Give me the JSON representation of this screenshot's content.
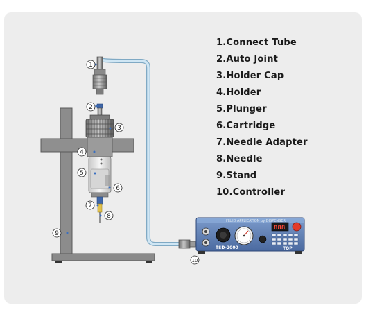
{
  "legend": [
    {
      "label": "1.Connect Tube"
    },
    {
      "label": "2.Auto Joint"
    },
    {
      "label": "3.Holder Cap"
    },
    {
      "label": "4.Holder"
    },
    {
      "label": "5.Plunger"
    },
    {
      "label": "6.Cartridge"
    },
    {
      "label": "7.Needle Adapter"
    },
    {
      "label": "8.Needle"
    },
    {
      "label": "9.Stand"
    },
    {
      "label": "10.Controller"
    }
  ],
  "markers": [
    "①",
    "②",
    "③",
    "④",
    "⑤",
    "⑥",
    "⑦",
    "⑧",
    "⑨",
    "⑩"
  ],
  "controller": {
    "header_text": "FLUID APPLICATION by DISPENSER",
    "model": "TSD-2000",
    "display": "888",
    "brand": "TOP"
  },
  "colors": {
    "background_panel": "#ededed",
    "stand": "#8a8a8a",
    "tube": "#b9d9ec",
    "controller_body": "#5d7fb6",
    "display": "#ff4a3a"
  }
}
